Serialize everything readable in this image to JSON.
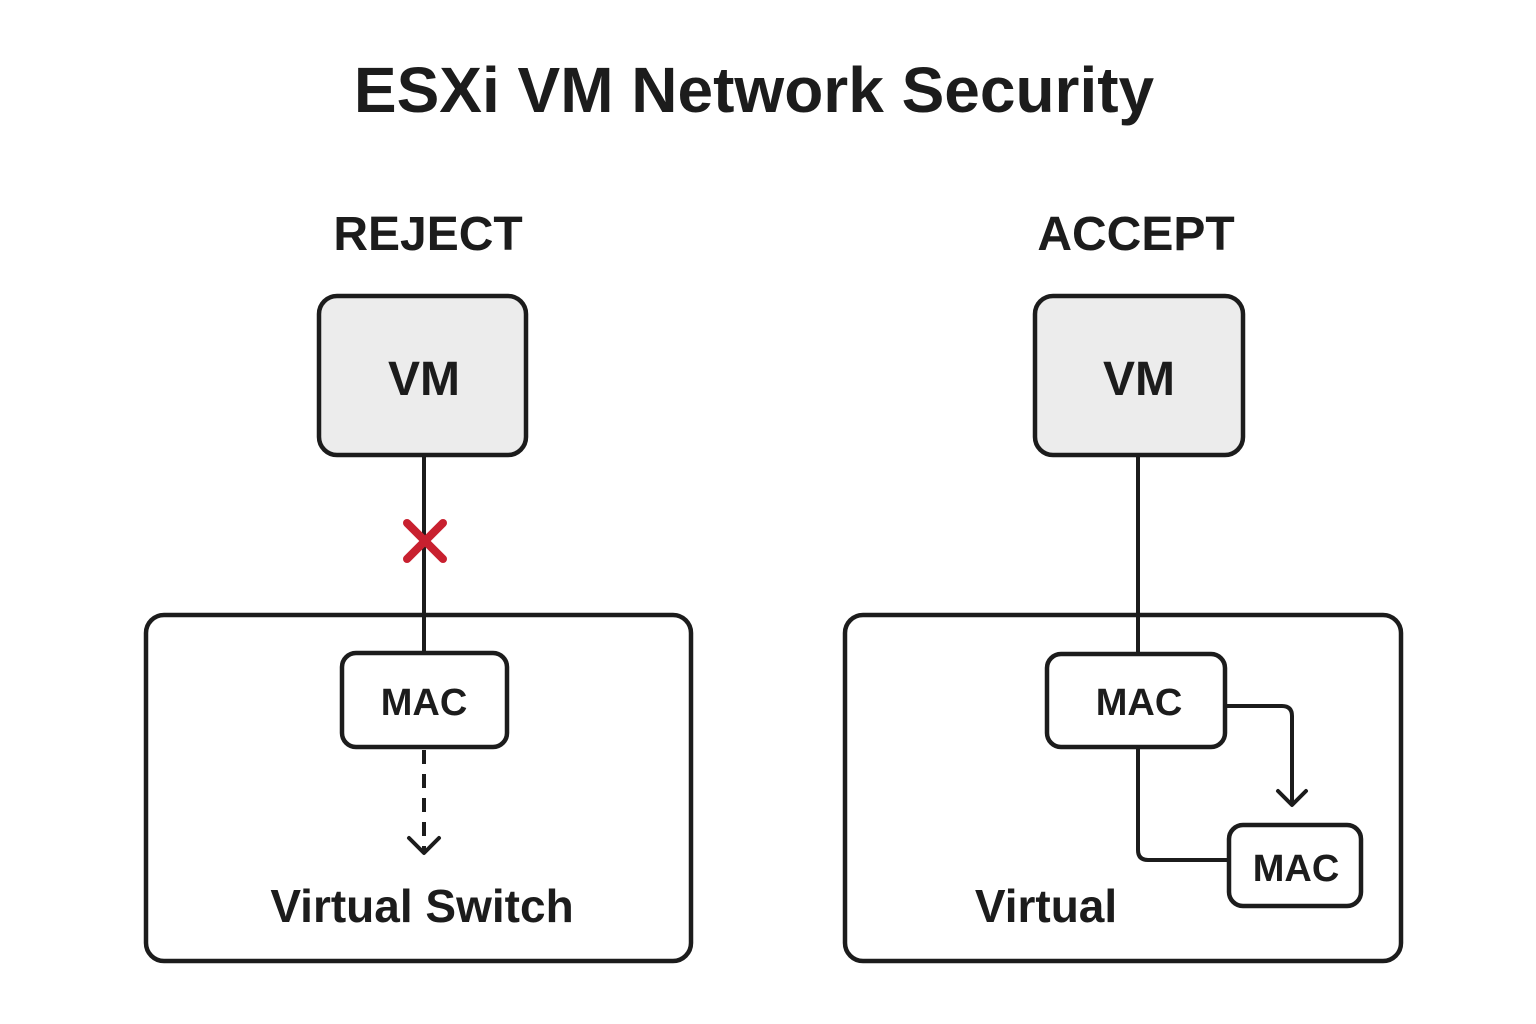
{
  "title": "ESXi VM Network Security",
  "colors": {
    "ink": "#1c1c1c",
    "vm_fill": "#ececec",
    "reject_mark": "#c8202f",
    "background": "#ffffff"
  },
  "panels": [
    {
      "id": "reject",
      "heading": "REJECT",
      "vm_label": "VM",
      "mac_label": "MAC",
      "switch_label": "Virtual Switch",
      "blocked_icon": "x-mark-icon",
      "flow": "dashed arrow from MAC downward (blocked)"
    },
    {
      "id": "accept",
      "heading": "ACCEPT",
      "vm_label": "VM",
      "mac_label": "MAC",
      "mac2_label": "MAC",
      "switch_label": "Virtual",
      "flow": "MAC routes to second MAC"
    }
  ]
}
